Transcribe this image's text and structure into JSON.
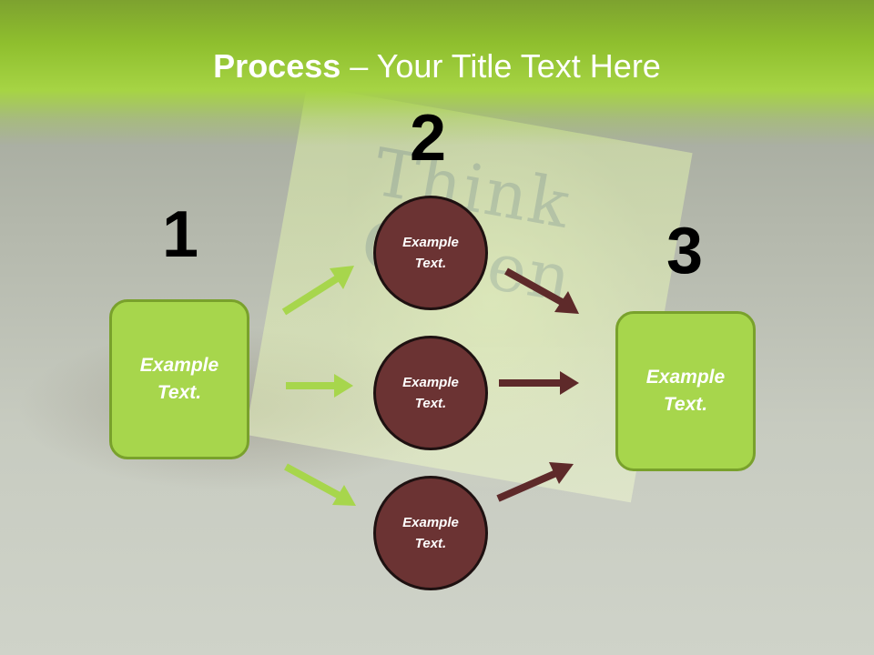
{
  "slide": {
    "title_bold": "Process",
    "title_rest": " – Your Title Text Here",
    "background_text_line1": "Think",
    "background_text_line2": "Green"
  },
  "steps": {
    "step1": {
      "number": "1",
      "text_line1": "Example",
      "text_line2": "Text."
    },
    "step2": {
      "number": "2"
    },
    "step3": {
      "number": "3",
      "text_line1": "Example",
      "text_line2": "Text."
    }
  },
  "circles": [
    {
      "text_line1": "Example",
      "text_line2": "Text."
    },
    {
      "text_line1": "Example",
      "text_line2": "Text."
    },
    {
      "text_line1": "Example",
      "text_line2": "Text."
    }
  ],
  "colors": {
    "header_green": "#8fbf2e",
    "box_fill": "#a7d64c",
    "box_border": "#79a12c",
    "circle_fill": "#6b3333",
    "arrow_green": "#a7d64c",
    "arrow_brown": "#5e2a2a"
  }
}
